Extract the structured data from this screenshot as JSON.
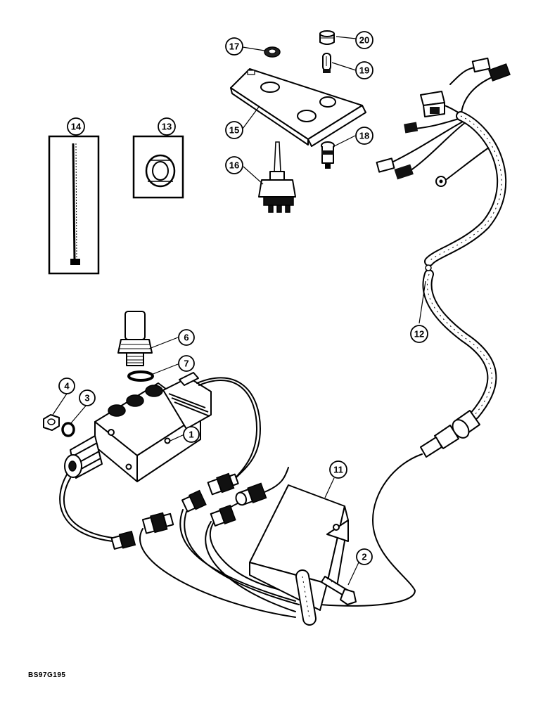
{
  "diagram": {
    "drawing_code": "BS97G195",
    "callouts": {
      "c1": "1",
      "c2": "2",
      "c3": "3",
      "c4": "4",
      "c6": "6",
      "c7": "7",
      "c11": "11",
      "c12": "12",
      "c13": "13",
      "c14": "14",
      "c15": "15",
      "c16": "16",
      "c17": "17",
      "c18": "18",
      "c19": "19",
      "c20": "20"
    }
  }
}
